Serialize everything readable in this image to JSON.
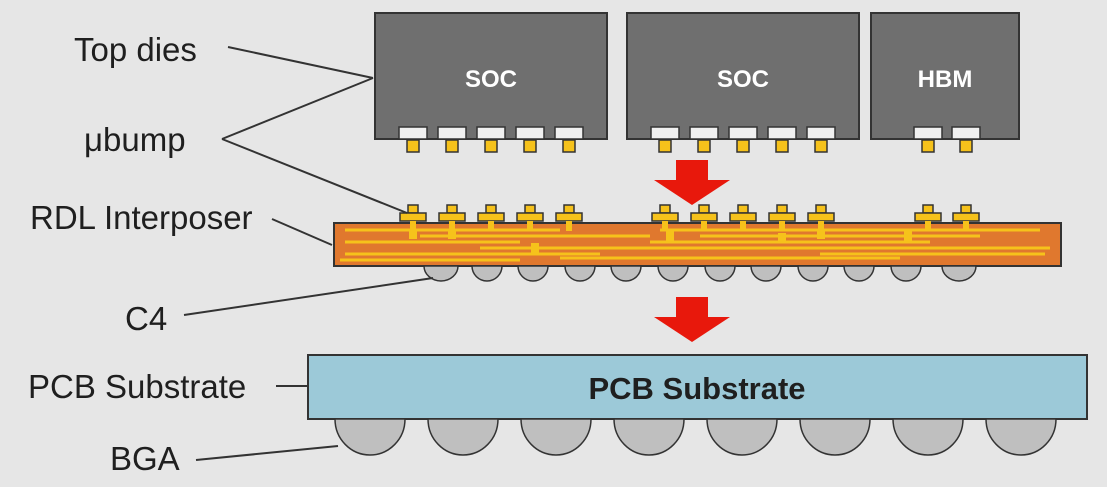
{
  "labels": {
    "top_dies": "Top dies",
    "ubump": "μbump",
    "rdl_interposer": "RDL Interposer",
    "c4": "C4",
    "pcb_substrate": "PCB Substrate",
    "bga": "BGA"
  },
  "dies": [
    {
      "name": "SOC"
    },
    {
      "name": "SOC"
    },
    {
      "name": "HBM"
    }
  ],
  "substrate_label": "PCB Substrate",
  "colors": {
    "background": "#e6e6e6",
    "die_fill": "#6f6f6f",
    "interposer_fill": "#e0782e",
    "trace": "#f6c21b",
    "bump_pad": "#f0f0f0",
    "c4_ball": "#bfbfbf",
    "substrate_fill": "#9cc9d8",
    "arrow": "#e8180c",
    "line": "#333333"
  }
}
